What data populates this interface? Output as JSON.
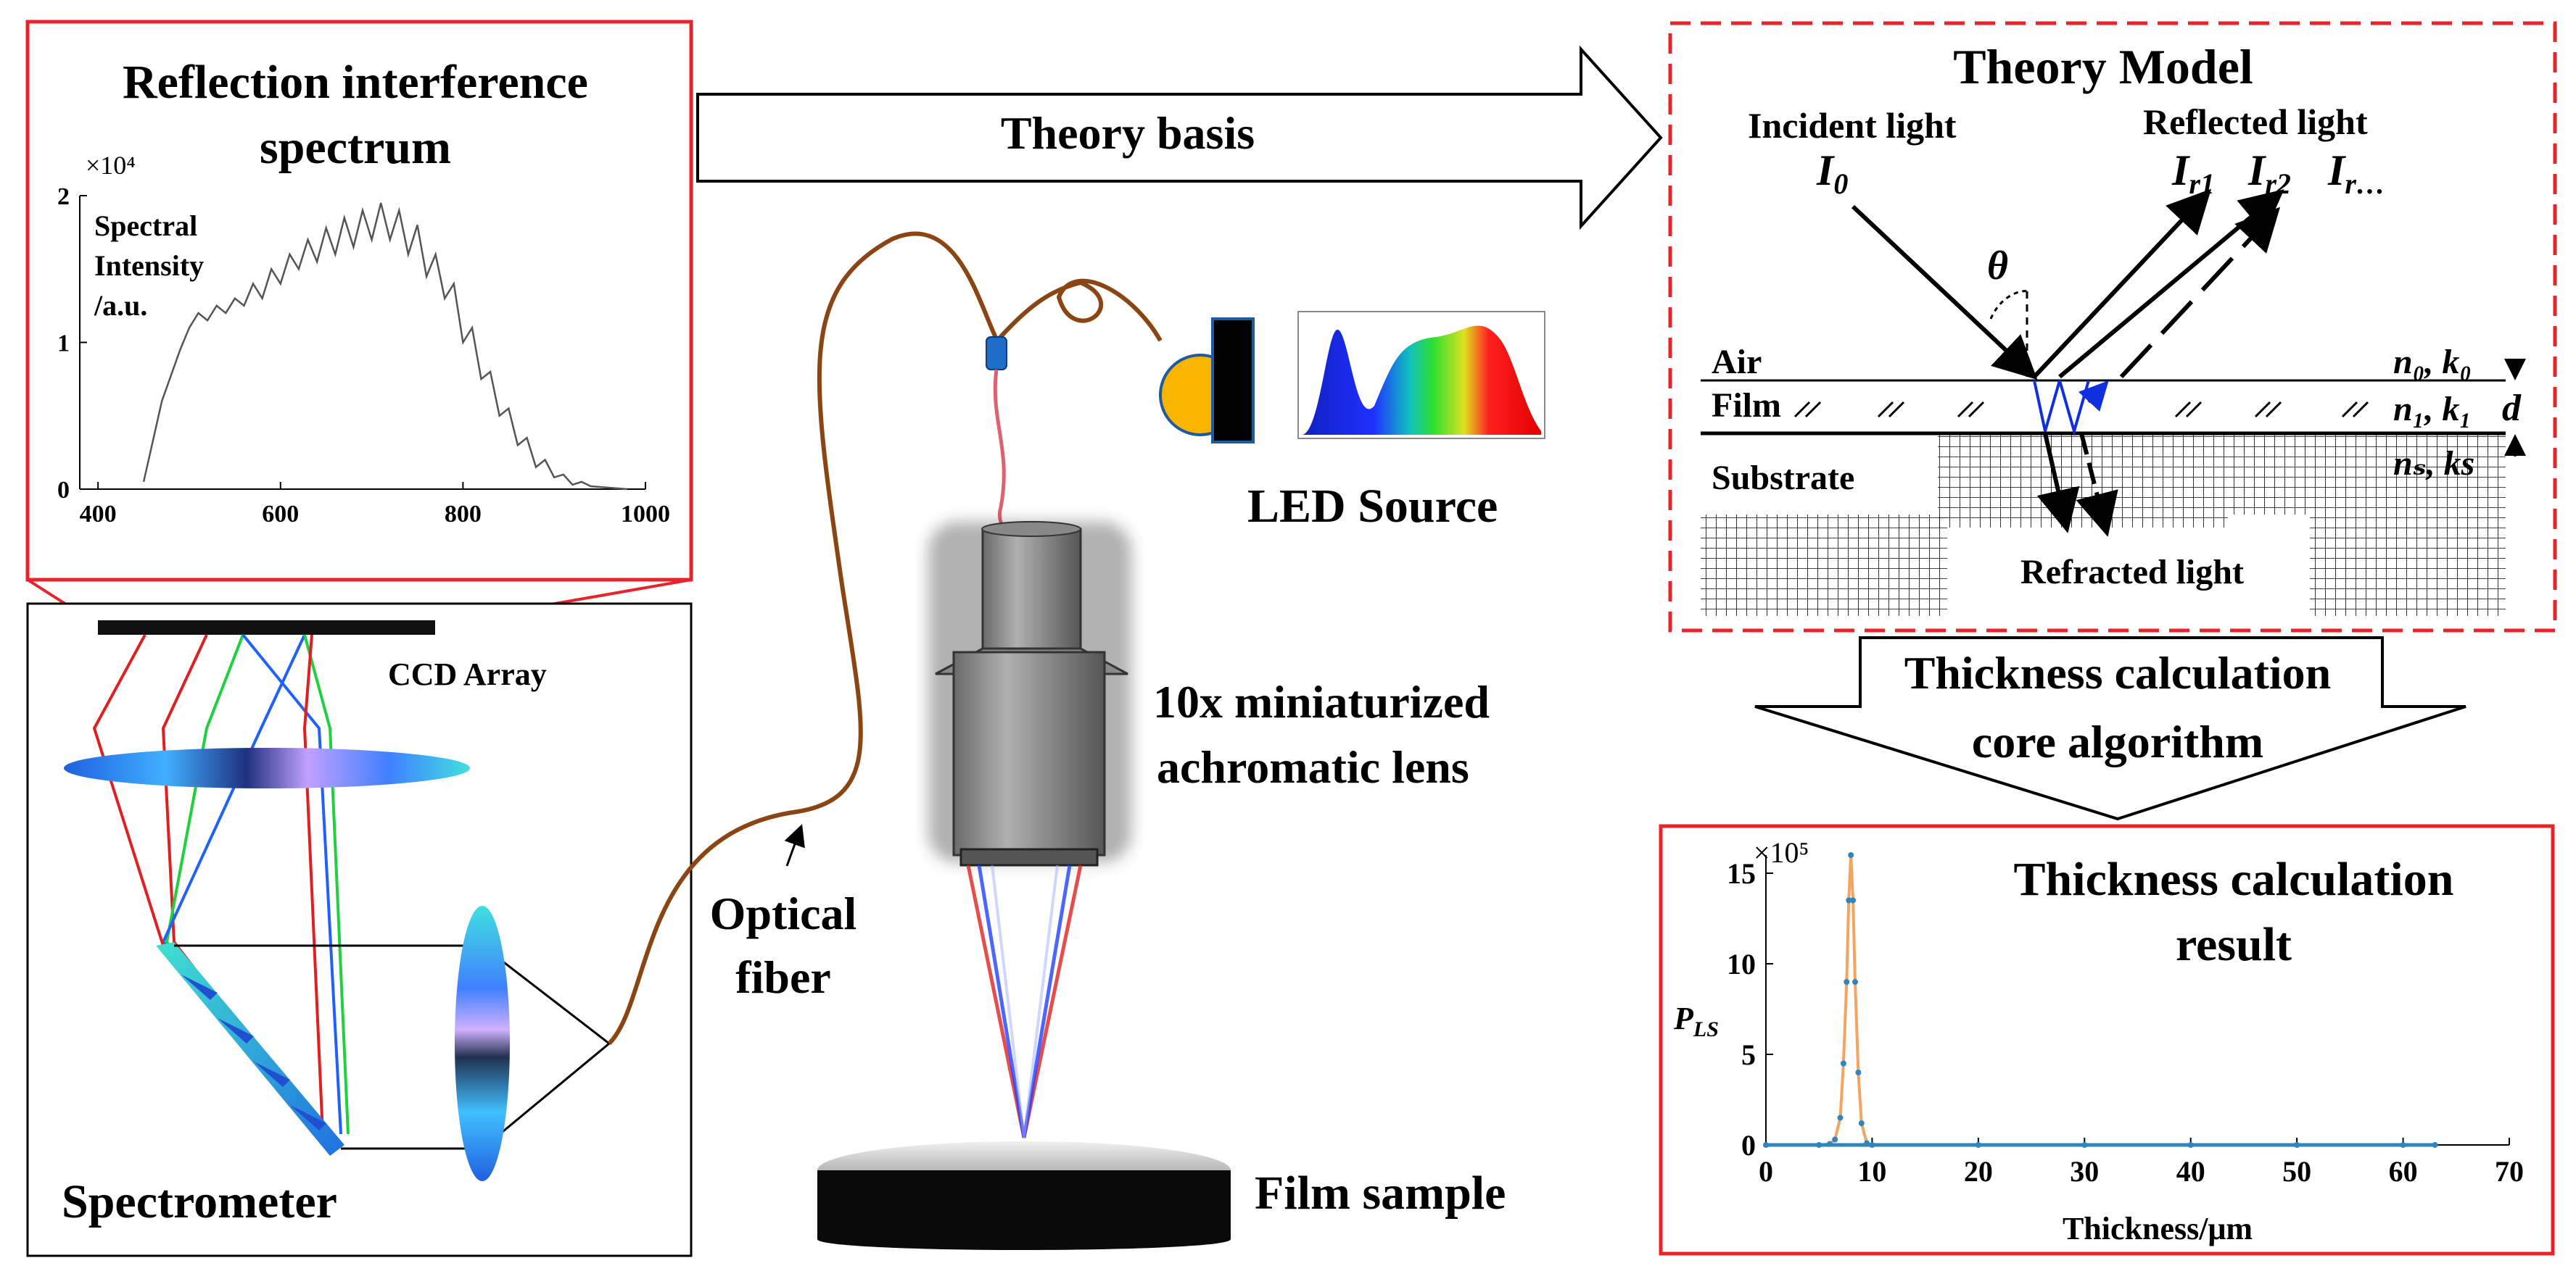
{
  "spectrum_panel": {
    "title_line1": "Reflection interference",
    "title_line2": "spectrum",
    "multiplier": "×10⁴",
    "ylabel_line1": "Spectral",
    "ylabel_line2": "Intensity",
    "ylabel_line3": "/a.u."
  },
  "arrow_theory": {
    "label": "Theory basis"
  },
  "theory_model": {
    "title": "Theory Model",
    "incident": "Incident light",
    "reflected": "Reflected light",
    "I0": "I",
    "I0_sub": "0",
    "Ir1": "I",
    "Ir1_sub": "r1",
    "Ir2": "I",
    "Ir2_sub": "r2",
    "Irn": "I",
    "Irn_sub": "r…",
    "theta": "θ",
    "air": "Air",
    "film": "Film",
    "substrate": "Substrate",
    "refracted": "Refracted light",
    "n0k0": "n₀, k₀",
    "n1k1": "n₁, k₁",
    "nsks": "nₛ, ks",
    "d": "d"
  },
  "algo_arrow": {
    "line1": "Thickness calculation",
    "line2": "core algorithm"
  },
  "result_panel": {
    "title_line1": "Thickness calculation",
    "title_line2": "result",
    "multiplier": "×10⁵",
    "ylabel": "P",
    "ylabel_sub": "LS"
  },
  "labels": {
    "led_source": "LED Source",
    "lens_line1": "10x miniaturized",
    "lens_line2": "achromatic lens",
    "fiber_line1": "Optical",
    "fiber_line2": "fiber",
    "film_sample": "Film sample",
    "ccd": "CCD Array",
    "spectrometer": "Spectrometer"
  },
  "colors": {
    "panel_red": "#e8242b",
    "fiber_brown": "#8b4513",
    "led_yellow": "#f7b500",
    "curve_gray": "#555555",
    "result_orange": "#f4a460",
    "result_blue": "#2e86c1"
  },
  "chart_data": [
    {
      "type": "line",
      "x_ticks": [
        400,
        600,
        800,
        1000
      ],
      "y_ticks": [
        0,
        1,
        2
      ],
      "xlim": [
        380,
        1000
      ],
      "ylim": [
        0,
        2
      ],
      "series": [
        {
          "x": [
            450,
            470,
            490,
            500,
            510,
            520,
            530,
            540,
            550,
            560,
            570,
            580,
            590,
            600,
            610,
            620,
            630,
            640,
            650,
            660,
            670,
            680,
            690,
            700,
            710,
            720,
            730,
            740,
            750,
            760,
            770,
            780,
            790,
            800,
            810,
            820,
            830,
            840,
            850,
            860,
            870,
            880,
            890,
            900,
            910,
            920,
            930,
            940,
            960,
            980
          ],
          "y": [
            0.05,
            0.6,
            0.95,
            1.1,
            1.2,
            1.15,
            1.25,
            1.2,
            1.3,
            1.25,
            1.4,
            1.3,
            1.5,
            1.4,
            1.6,
            1.5,
            1.7,
            1.55,
            1.78,
            1.6,
            1.85,
            1.65,
            1.9,
            1.7,
            1.95,
            1.7,
            1.9,
            1.6,
            1.8,
            1.45,
            1.6,
            1.3,
            1.4,
            1.0,
            1.1,
            0.75,
            0.8,
            0.5,
            0.55,
            0.3,
            0.35,
            0.15,
            0.2,
            0.08,
            0.1,
            0.03,
            0.05,
            0.02,
            0.01,
            0.0
          ]
        }
      ]
    },
    {
      "type": "line",
      "x_ticks": [
        0,
        10,
        20,
        30,
        40,
        50,
        60,
        70
      ],
      "y_ticks": [
        0,
        5,
        10,
        15
      ],
      "xlabel": "Thickness/μm",
      "xlim": [
        0,
        70
      ],
      "ylim": [
        0,
        16
      ],
      "series": [
        {
          "x": [
            0,
            5,
            6,
            6.5,
            7,
            7.3,
            7.6,
            7.8,
            8.0,
            8.2,
            8.4,
            8.7,
            9.0,
            9.5,
            10,
            20,
            30,
            40,
            50,
            60,
            63
          ],
          "y": [
            0.0,
            0.0,
            0.05,
            0.3,
            1.5,
            4.5,
            9.0,
            13.5,
            16.0,
            13.5,
            9.0,
            4.0,
            1.2,
            0.1,
            0.0,
            0.0,
            0.0,
            0.0,
            0.0,
            0.0,
            0.0
          ]
        }
      ]
    }
  ]
}
